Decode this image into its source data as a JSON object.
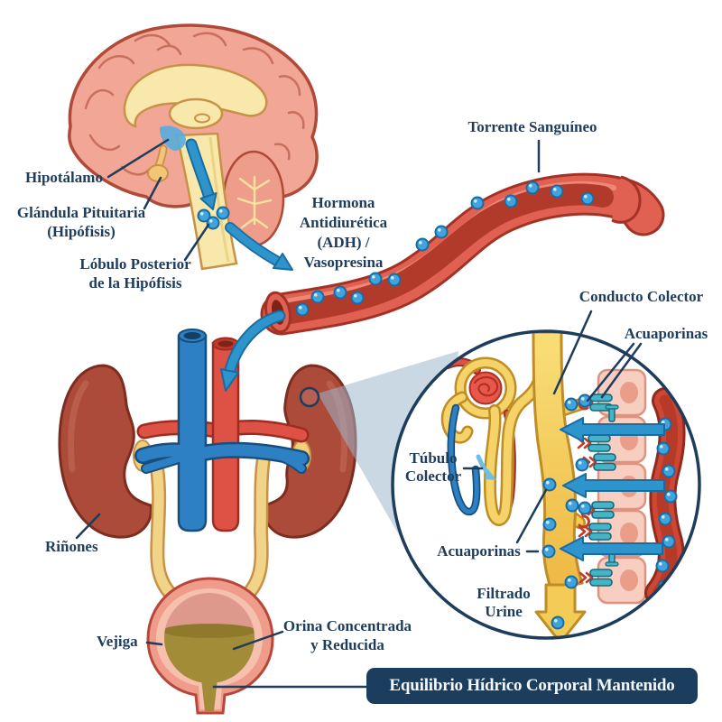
{
  "figure": {
    "brain": {
      "hypothalamus_label": "Hipotálamo",
      "pituitary_label_1": "Glándula Pituitaria",
      "pituitary_label_2": "(Hipófisis)",
      "posterior_lobe_label_1": "Lóbulo Posterior",
      "posterior_lobe_label_2": "de la Hipófisis"
    },
    "hormone": {
      "line1": "Hormona",
      "line2": "Antidiurética",
      "line3": "(ADH) /",
      "line4": "Vasopresina"
    },
    "bloodstream_label": "Torrente Sanguíneo",
    "kidneys_label": "Riñones",
    "bladder": {
      "label": "Vejiga",
      "urine_label_1": "Orina Concentrada",
      "urine_label_2": "y Reducida"
    },
    "inset": {
      "collecting_duct_label": "Conducto Colector",
      "aquaporins_top_label": "Acuaporinas",
      "tubule_label_1": "Túbulo",
      "tubule_label_2": "Colector",
      "aquaporins_inner_label": "Acuaporinas",
      "filtrate_label_1": "Filtrado",
      "filtrate_label_2": "Urine"
    },
    "banner_text": "Equilibrio Hídrico Corporal Mantenido"
  },
  "colors": {
    "label_navy": "#1E3C5C",
    "banner_bg": "#1C3E5E",
    "banner_text": "#F4F7FA",
    "arrow_blue": "#2E94CC",
    "water_dot_blue": "#41A3DE",
    "vessel_wall_red": "#E06152",
    "vessel_lumen_red": "#B23A2B",
    "kidney_brown_red": "#AC4B39",
    "collecting_duct_yellow": "#F3C94F",
    "cell_pink": "#F8CEC0",
    "aquaporin_teal": "#45B5C6",
    "urine_olive": "#A28C38",
    "zoom_wedge_blue": "#BFE2F2",
    "hypothalamus_blue": "#5AACDB",
    "brain_salmon": "#F2A696",
    "pale_yellow": "#F9E8AB"
  }
}
